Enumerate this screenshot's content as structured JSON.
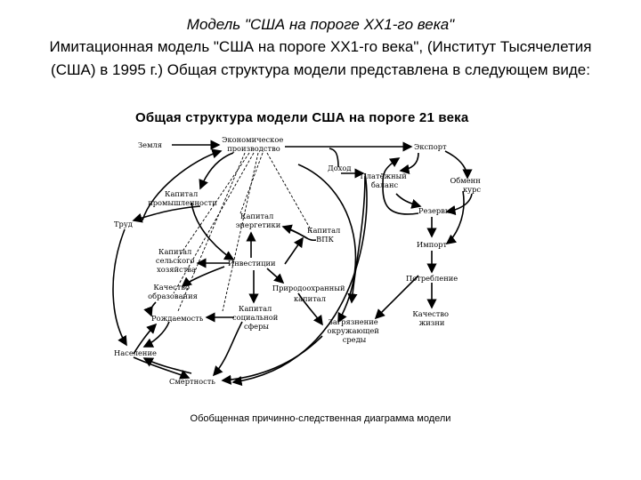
{
  "heading": {
    "title": "Модель \"США на пороге XX1-го века\"",
    "description": "Имитационная модель \"США на пороге XX1-го века\", (Институт Тысячелетия (США) в 1995 г.) Общая структура модели представлена в следующем виде:"
  },
  "diagram": {
    "title": "Общая структура модели США на пороге 21 века",
    "nodes": {
      "earth": "Земля",
      "econ_prod": [
        "Экономическое",
        "производство"
      ],
      "export": "Экспорт",
      "income": "Доход",
      "balance": [
        "Платёжный",
        "баланс"
      ],
      "exchange_rate": [
        "Обменный",
        "курс"
      ],
      "industry_capital": [
        "Капитал",
        "промышленности"
      ],
      "reserves": "Резервы",
      "labor": "Труд",
      "energy_capital": [
        "Капитал",
        "энергетики"
      ],
      "vpk_capital": [
        "Капитал",
        "ВПК"
      ],
      "import": "Импорт",
      "agri_capital": [
        "Капитал",
        "сельского",
        "хозяйства"
      ],
      "investment": "Инвестиции",
      "consumption": "Потребление",
      "education": [
        "Качество",
        "образования"
      ],
      "env_capital": [
        "Природоохранный",
        "капитал"
      ],
      "fertility": "Рождаемость",
      "social_capital": [
        "Капитал",
        "социальной",
        "сферы"
      ],
      "pollution": [
        "Загрязнение",
        "окружающей",
        "среды"
      ],
      "life_quality": [
        "Качество",
        "жизни"
      ],
      "population": "Население",
      "mortality": "Смертность"
    }
  },
  "caption": "Обобщенная причинно-следственная диаграмма модели"
}
